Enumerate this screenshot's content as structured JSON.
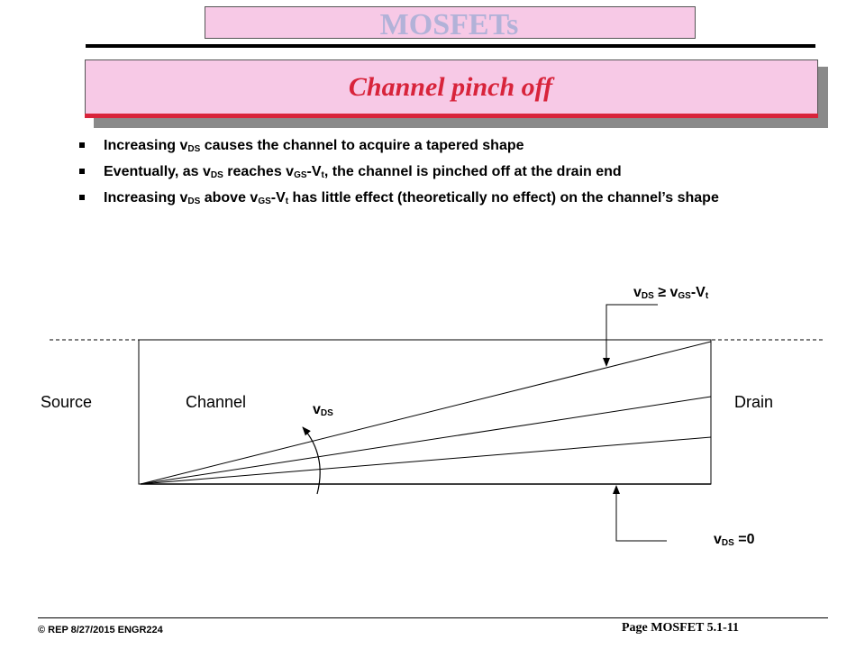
{
  "header": {
    "title": "MOSFETs",
    "subtitle": "Channel pinch off"
  },
  "bullets": [
    {
      "p1": "Increasing v",
      "s1": "DS",
      "p2": " causes the channel to acquire a tapered shape"
    },
    {
      "p1": "Eventually, as v",
      "s1": "DS",
      "p2": " reaches v",
      "s2": "GS",
      "p3": "-V",
      "s3": "t",
      "p4": ", the channel is pinched off at the drain end"
    },
    {
      "p1": "Increasing v",
      "s1": "DS",
      "p2": " above v",
      "s2": "GS",
      "p3": "-V",
      "s3": "t",
      "p4": " has little effect (theoretically no effect) on the channel’s shape"
    }
  ],
  "diagram": {
    "source_label": "Source",
    "channel_label": "Channel",
    "drain_label": "Drain",
    "vds_label": {
      "main": "v",
      "sub": "DS"
    },
    "top_annot": {
      "v1": "v",
      "s1": "DS",
      "op": " ≥ ",
      "v2": "v",
      "s2": "GS",
      "dash": "-V",
      "s3": "t"
    },
    "bottom_annot": {
      "v": "v",
      "s": "DS",
      "rest": " =0"
    }
  },
  "footer": {
    "left": "© REP  8/27/2015  ENGR224",
    "right": "Page MOSFET 5.1-11"
  },
  "colors": {
    "title_fill": "#f7c9e6",
    "title_text": "#b2b2d8",
    "subtitle_text": "#d8243b",
    "accent_red": "#d8243b"
  }
}
